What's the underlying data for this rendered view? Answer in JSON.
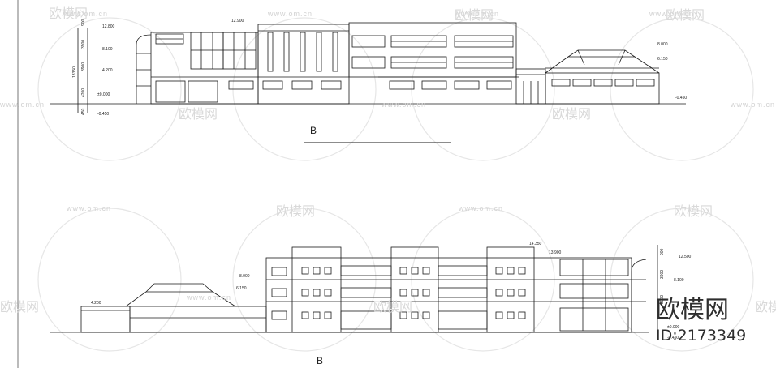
{
  "watermark": {
    "brand": "欧模网",
    "url": "www.om.cn",
    "id_text": "ID:2173349"
  },
  "view_b_top": {
    "label": "B",
    "elevations": [
      "12.800",
      "8.100",
      "4.200",
      "±0.000",
      "-0.450",
      "12.900",
      "8.000",
      "6.150",
      "-0.450"
    ],
    "dims": [
      "900",
      "3900",
      "3900",
      "4200",
      "450",
      "13350"
    ]
  },
  "view_b_bottom": {
    "label": "B",
    "elevations": [
      "14.350",
      "13.900",
      "8.000",
      "6.150",
      "4.200",
      "12.500",
      "8.100",
      "±0.000",
      "-0.450"
    ],
    "dims": [
      "900",
      "3900",
      "3900"
    ]
  },
  "colors": {
    "line": "#1a1a1a",
    "watermark": "#d9d9d9",
    "brand": "#3a3a3a"
  }
}
